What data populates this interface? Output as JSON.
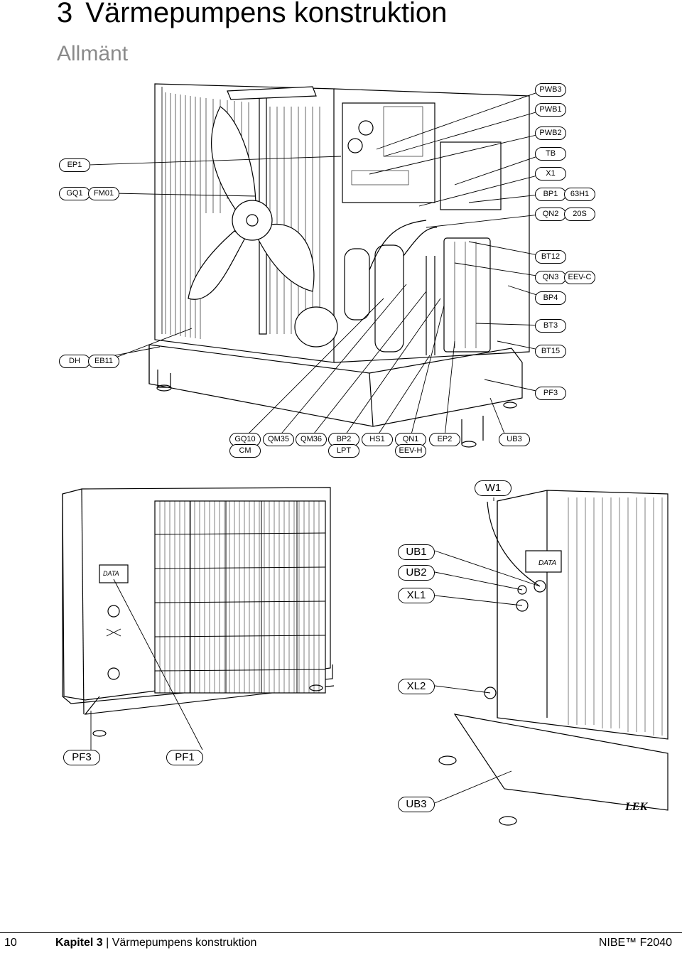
{
  "header": {
    "chapter_number": "3",
    "title": "Värmepumpens konstruktion",
    "subtitle": "Allmänt"
  },
  "labels_top_right": [
    "PWB3",
    "PWB1",
    "PWB2",
    "TB",
    "X1",
    "BP1",
    "63H1",
    "QN2",
    "20S",
    "BT12",
    "QN3",
    "EEV-C",
    "BP4",
    "BT3",
    "BT15",
    "PF3"
  ],
  "labels_top_left": [
    "EP1",
    "GQ1",
    "FM01",
    "DH",
    "EB11"
  ],
  "labels_top_bottom": [
    "GQ10",
    "CM",
    "QM35",
    "QM36",
    "BP2",
    "LPT",
    "HS1",
    "QN1",
    "EEV-H",
    "EP2",
    "UB3"
  ],
  "labels_lower": [
    "W1",
    "UB1",
    "UB2",
    "XL1",
    "XL2",
    "PF3",
    "PF1",
    "UB3"
  ],
  "plate_text": [
    "DATA",
    "DATA"
  ],
  "brand_mark": "LEK",
  "footer": {
    "page_number": "10",
    "chapter": "Kapitel 3",
    "separator": "|",
    "chapter_title": "Värmepumpens konstruktion",
    "brand": "NIBE™ F2040"
  }
}
